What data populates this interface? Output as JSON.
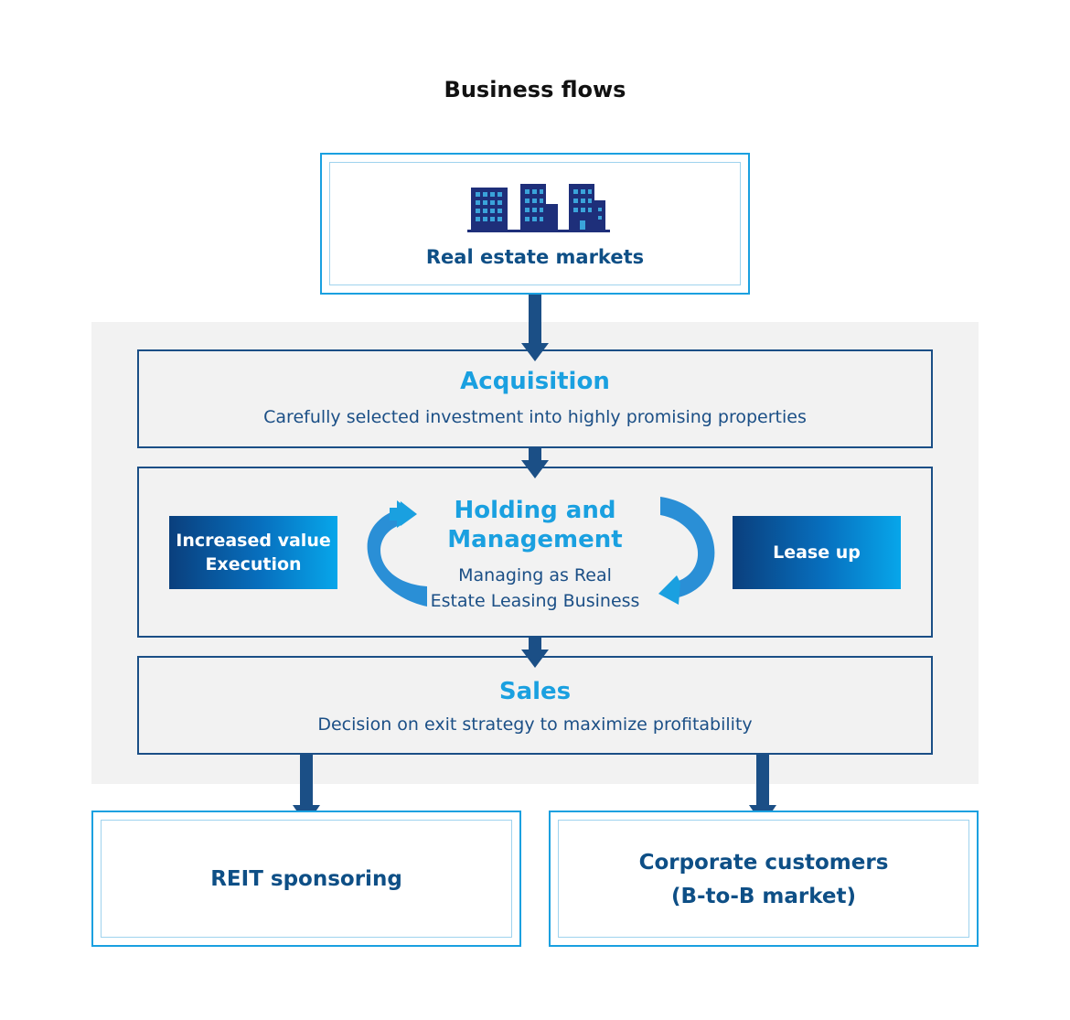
{
  "title": "Business flows",
  "source": {
    "label": "Real estate markets",
    "icon": "office-buildings-icon"
  },
  "stages": {
    "acquisition": {
      "title": "Acquisition",
      "description": "Carefully selected investment into highly promising properties"
    },
    "holding": {
      "title_line1": "Holding and",
      "title_line2": "Management",
      "desc_line1": "Managing as Real",
      "desc_line2": "Estate Leasing Business",
      "left_box": {
        "line1": "Increased value",
        "line2": "Execution"
      },
      "right_box": {
        "label": "Lease up"
      },
      "cycle_icon": "circular-arrows-icon"
    },
    "sales": {
      "title": "Sales",
      "description": "Decision on exit strategy to maximize profitability"
    }
  },
  "outputs": {
    "reit": {
      "label": "REIT sponsoring"
    },
    "corporate": {
      "line1": "Corporate customers",
      "line2": "(B-to-B market)"
    }
  },
  "colors": {
    "accent_light_blue": "#1aa0e0",
    "navy": "#1b4f86",
    "panel_gray": "#f2f2f2"
  }
}
